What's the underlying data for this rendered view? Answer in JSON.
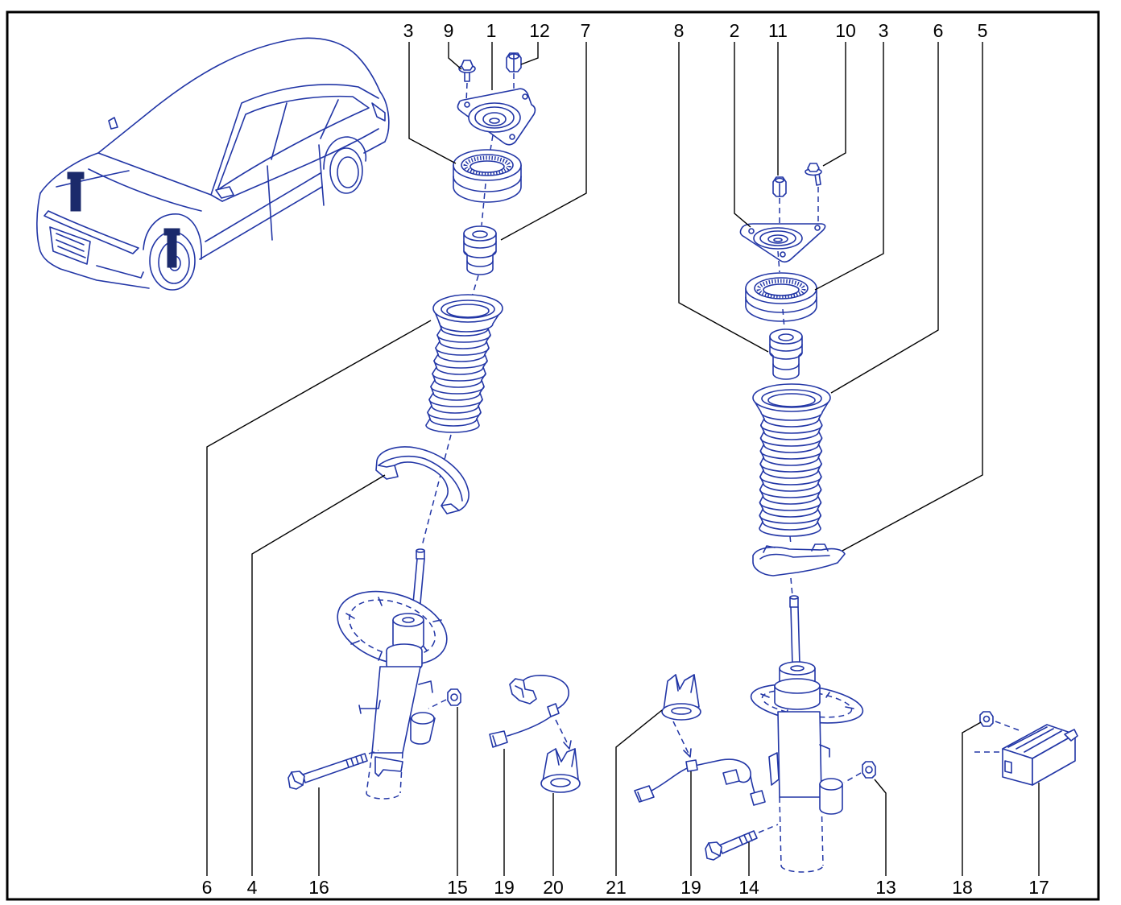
{
  "colors": {
    "line": "#2236a6",
    "callout": "#000000",
    "icon": "#1b2a6b",
    "background": "#ffffff"
  },
  "callouts": {
    "top": [
      "3",
      "9",
      "1",
      "12",
      "7",
      "8",
      "2",
      "11",
      "10",
      "3",
      "6",
      "5"
    ],
    "bottom": [
      "6",
      "4",
      "16",
      "15",
      "19",
      "20",
      "21",
      "19",
      "14",
      "13",
      "18",
      "17"
    ]
  }
}
